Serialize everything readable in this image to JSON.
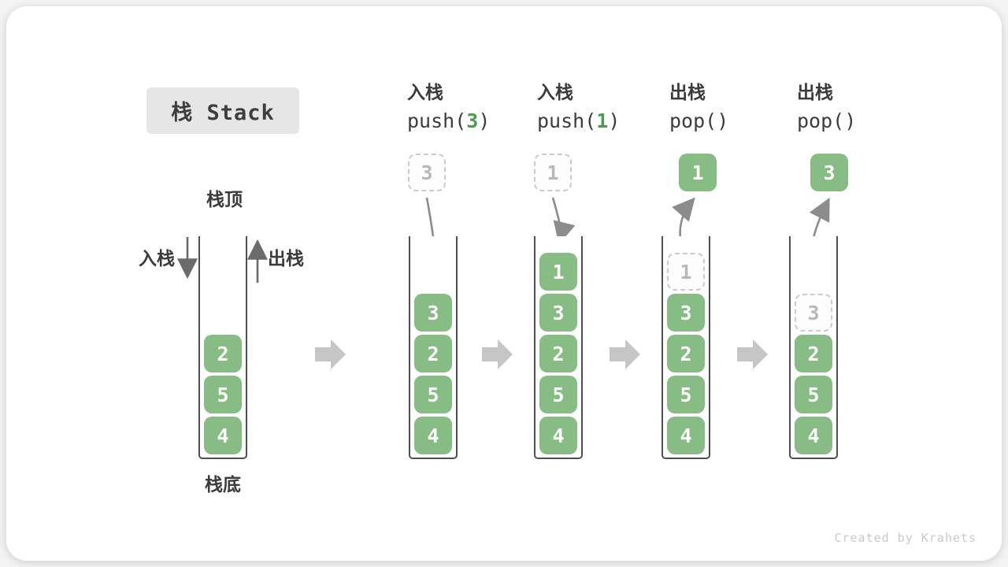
{
  "title": "栈 Stack",
  "watermark": "Created by Krahets",
  "colors": {
    "item_green": "#87bd85",
    "code_arg_green": "#4c9a4c",
    "curved_arrow": "#8c8c8c",
    "label_arrow": "#6b6b6b",
    "step_chevron": "#c6c6c6",
    "ghost_border": "#cbcbcb",
    "title_bg": "#e6e6e6"
  },
  "labels": {
    "stack_top": "栈顶",
    "stack_bottom": "栈底",
    "push": "入栈",
    "pop": "出栈"
  },
  "operations": [
    {
      "title": "入栈",
      "code_pre": "push(",
      "code_arg": "3",
      "code_post": ")"
    },
    {
      "title": "入栈",
      "code_pre": "push(",
      "code_arg": "1",
      "code_post": ")"
    },
    {
      "title": "出栈",
      "code_pre": "pop()",
      "code_arg": "",
      "code_post": ""
    },
    {
      "title": "出栈",
      "code_pre": "pop()",
      "code_arg": "",
      "code_post": ""
    }
  ],
  "stacks": [
    {
      "items": [
        "2",
        "5",
        "4"
      ]
    },
    {
      "incoming": "3",
      "items": [
        "3",
        "2",
        "5",
        "4"
      ]
    },
    {
      "incoming": "1",
      "items": [
        "1",
        "3",
        "2",
        "5",
        "4"
      ]
    },
    {
      "popped": "1",
      "ghost": "1",
      "items": [
        "3",
        "2",
        "5",
        "4"
      ]
    },
    {
      "popped": "3",
      "ghost": "3",
      "items": [
        "2",
        "5",
        "4"
      ]
    }
  ]
}
